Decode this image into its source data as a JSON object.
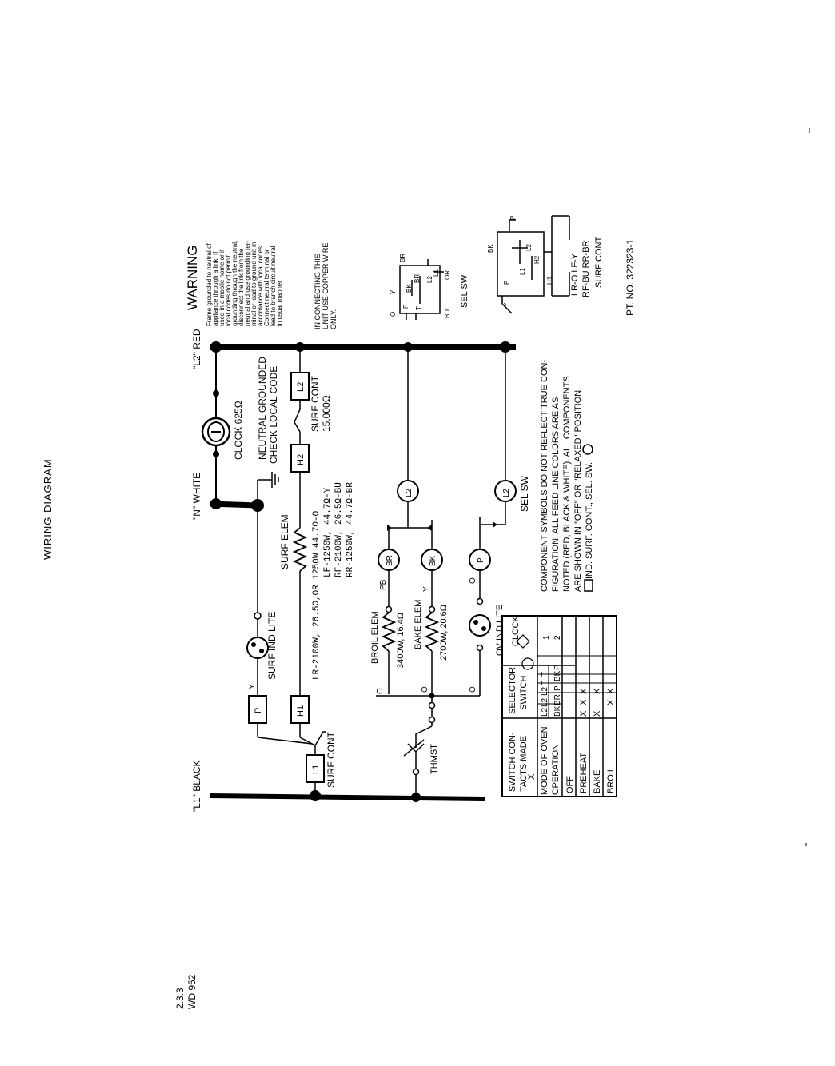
{
  "page": {
    "title": "WIRING DIAGRAM",
    "page_number": "2.3.3",
    "doc_code": "WD 952"
  },
  "lines": {
    "l1": "\"L1\" BLACK",
    "n": "\"N\" WHITE",
    "l2": "\"L2\" RED"
  },
  "clock": {
    "label": "CLOCK 625Ω",
    "neutral_line1": "NEUTRAL GROUNDED",
    "neutral_line2": "CHECK LOCAL CODE"
  },
  "surface": {
    "ind_lite": "SURF IND LITE",
    "elem": "SURF ELEM",
    "cont": "SURF CONT",
    "cont_right_line1": "SURF CONT",
    "cont_right_line2": "15,000Ω",
    "h1": "H1",
    "h2": "H2",
    "l1_box": "L1",
    "l2_box": "L2",
    "p_box": "P",
    "y": "Y",
    "ratings": [
      "LR-2100W, 26.5Ω,OR 1250W 44.7Ω-O",
      "LF-1250W, 44.7Ω-Y",
      "RF-2100W, 26.5Ω-BU",
      "RR-1250W, 44.7Ω-BR"
    ]
  },
  "oven": {
    "broil_elem": "BROIL ELEM",
    "broil_rating": "3400W, 16.4Ω",
    "bake_elem": "BAKE ELEM",
    "bake_rating": "2700W, 20.6Ω",
    "thmst": "THMST",
    "ov_ind_lite": "OV IND LITE",
    "pb": "PB",
    "y": "Y",
    "o1": "O",
    "o2": "O",
    "o3": "O",
    "o4": "O",
    "br": "BR",
    "bk": "BK",
    "p": "P",
    "l2": "L2",
    "sel_sw": "SEL SW"
  },
  "warning": {
    "title": "WARNING",
    "lines": [
      "Frame grounded to neutral of",
      "appliance through a link. If",
      "used in a mobile home or if",
      "local codes do not permit",
      "grounding through the neutral,",
      "disconnect the link from the",
      "neutral and use grounding ter-",
      "minal or lead to ground unit in",
      "accordance with local codes.",
      "Connect neutral terminal or",
      "lead to branch circuit neutral",
      "in usual manner"
    ],
    "copper_lines": [
      "IN CONNECTING THIS",
      "UNIT USE COPPER WIRE",
      "ONLY."
    ]
  },
  "sel_sw_inset": {
    "label": "SEL SW",
    "pins": [
      "O",
      "Y",
      "BK",
      "BR",
      "BR",
      "T",
      "P",
      "L2",
      "L1",
      "BU",
      "OR"
    ]
  },
  "surf_cont_inset": {
    "pins": [
      "BK",
      "P",
      "L2",
      "L1",
      "H1",
      "H2",
      "P",
      "Y"
    ],
    "legend_line1": "LR-O    LF-Y",
    "legend_line2": "RF-BU  RR-BR",
    "legend_line3": "SURF CONT",
    "part_no": "PT. NO. 322323-1"
  },
  "notes": {
    "lines": [
      "COMPONENT SYMBOLS DO NOT REFLECT TRUE CON-",
      "FIGURATION.  ALL FEED LINE COLORS ARE AS",
      "NOTED (RED, BLACK & WHITE).  ALL COMPONENTS",
      "ARE SHOWN IN \"OFF\" OR \"RELAXED\" POSITION.",
      "IND. SURF. CONT.,     SEL. SW."
    ]
  },
  "table": {
    "header_left_line1": "SWITCH CON-",
    "header_left_line2": "TACTS MADE",
    "header_left_line3": "X",
    "selector_line1": "SELECTOR",
    "selector_line2": "SWITCH",
    "clock_header": "CLOCK",
    "mode_line1": "MODE OF OVEN",
    "mode_line2": "OPERATION",
    "col_top": [
      "L2",
      "L2",
      "L2",
      "T",
      "T"
    ],
    "col_bottom": [
      "BK",
      "BR",
      "P",
      "BK",
      "P"
    ],
    "clock_cols": [
      "1",
      "2"
    ],
    "rows": [
      {
        "mode": "OFF",
        "marks": [
          "",
          "",
          "",
          "",
          "",
          "",
          ""
        ]
      },
      {
        "mode": "PREHEAT",
        "marks": [
          "X",
          "X",
          "X",
          "",
          "",
          "",
          ""
        ]
      },
      {
        "mode": "BAKE",
        "marks": [
          "X",
          "",
          "X",
          "",
          "",
          "",
          ""
        ]
      },
      {
        "mode": "BROIL",
        "marks": [
          "",
          "X",
          "X",
          "",
          "",
          "",
          ""
        ]
      }
    ]
  }
}
